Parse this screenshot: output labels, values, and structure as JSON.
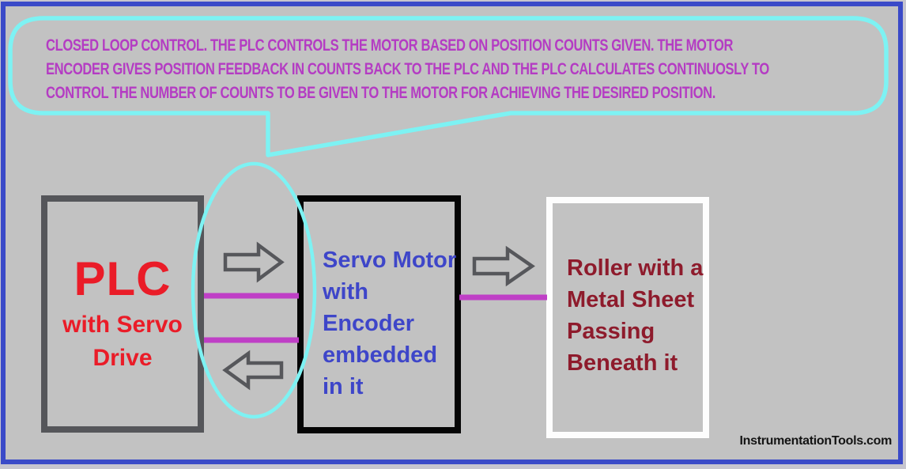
{
  "colors": {
    "canvas-bg": "#c2c2c2",
    "outer-bg": "#c6c5cf",
    "frame-blue": "#3a4ac8",
    "callout-outline": "#7df2f3",
    "callout-text": "#b43cc3",
    "plc-red": "#ea1c28",
    "servo-blue": "#3e46c9",
    "roller-maroon": "#8e1b2c",
    "signal-magenta": "#bf3fc6",
    "arrow-gray": "#56575b",
    "plc-border": "#55565a",
    "servo-border": "#050505",
    "roller-border": "#fdfdfd",
    "watermark-color": "#141414"
  },
  "callout": {
    "lines": [
      "CLOSED LOOP CONTROL. THE PLC CONTROLS THE MOTOR BASED ON POSITION COUNTS GIVEN. THE MOTOR",
      "ENCODER GIVES POSITION FEEDBACK IN COUNTS BACK TO THE PLC AND THE PLC CALCULATES CONTINUOSLY TO",
      "CONTROL THE NUMBER OF COUNTS TO BE GIVEN TO THE MOTOR FOR ACHIEVING THE DESIRED POSITION."
    ]
  },
  "blocks": {
    "plc": {
      "title": "PLC",
      "subtitle_lines": [
        "with Servo",
        "Drive"
      ]
    },
    "servo_motor": {
      "lines": [
        "Servo Motor",
        "with",
        "Encoder",
        "embedded",
        "in it"
      ]
    },
    "roller": {
      "lines": [
        "Roller with a",
        "Metal Sheet",
        "Passing",
        "Beneath it"
      ]
    }
  },
  "watermark": {
    "text": "InstrumentationTools.com"
  }
}
